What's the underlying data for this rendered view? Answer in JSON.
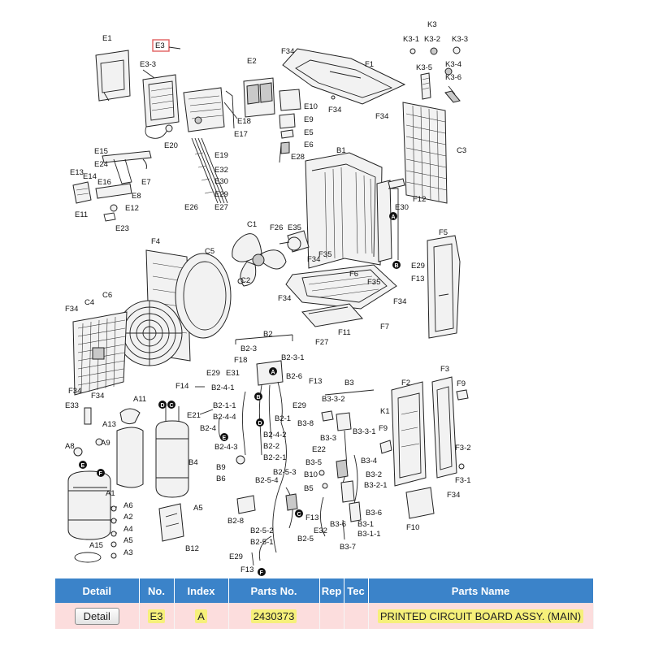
{
  "diagram": {
    "labels": {
      "E1": "E1",
      "E3": "E3",
      "E3-3": "E3-3",
      "E2": "E2",
      "E10": "E10",
      "E9": "E9",
      "E5": "E5",
      "E6": "E6",
      "E28": "E28",
      "E18": "E18",
      "E17": "E17",
      "E20": "E20",
      "E19": "E19",
      "E32": "E32",
      "E30a": "E30",
      "E29a": "E29",
      "E27": "E27",
      "E26": "E26",
      "E15": "E15",
      "E24": "E24",
      "E13": "E13",
      "E14": "E14",
      "E16": "E16",
      "E7": "E7",
      "E8": "E8",
      "E11": "E11",
      "E12": "E12",
      "E23": "E23",
      "F34a": "F34",
      "F1": "F1",
      "F34b": "F34",
      "F34c": "F34",
      "K3": "K3",
      "K3-1": "K3-1",
      "K3-2": "K3-2",
      "K3-3": "K3-3",
      "K3-4": "K3-4",
      "K3-5": "K3-5",
      "K3-6": "K3-6",
      "C3": "C3",
      "B1": "B1",
      "F12": "F12",
      "E30b": "E30",
      "F5": "F5",
      "C1": "C1",
      "F26": "F26",
      "E35": "E35",
      "F34d": "F34",
      "F35": "F35",
      "E29b": "E29",
      "F13a": "F13",
      "F4": "F4",
      "C5": "C5",
      "C2": "C2",
      "F6": "F6",
      "F35b": "F35",
      "F34e": "F34",
      "F34f": "F34",
      "F7": "F7",
      "C6": "C6",
      "C4": "C4",
      "F34g": "F34",
      "F11": "F11",
      "F27": "F27",
      "F34h": "F34",
      "B2": "B2",
      "B2-3": "B2-3",
      "B2-3-1": "B2-3-1",
      "F18": "F18",
      "E31": "E31",
      "B2-6": "B2-6",
      "F14": "F14",
      "E29c": "E29",
      "F13b": "F13",
      "B3": "B3",
      "F2": "F2",
      "F3": "F3",
      "F9a": "F9",
      "B2-4-1": "B2-4-1",
      "E29d": "E29",
      "B3-3-2": "B3-3-2",
      "K1": "K1",
      "F9b": "F9",
      "F34i": "F34",
      "E33": "E33",
      "A11": "A11",
      "E21": "E21",
      "B2-1-1": "B2-1-1",
      "B2-4-4": "B2-4-4",
      "B2-1": "B2-1",
      "B3-8": "B3-8",
      "B3-3-1": "B3-3-1",
      "A13": "A13",
      "B2-4": "B2-4",
      "B2-4-2": "B2-4-2",
      "B3-3": "B3-3",
      "B2-2": "B2-2",
      "E22": "E22",
      "A8": "A8",
      "A9": "A9",
      "B2-4-3": "B2-4-3",
      "B2-2-1": "B2-2-1",
      "B3-5": "B3-5",
      "B3-4": "B3-4",
      "F3-2": "F3-2",
      "B4": "B4",
      "B9": "B9",
      "B2-5-3": "B2-5-3",
      "B10": "B10",
      "B3-2": "B3-2",
      "B6": "B6",
      "B2-5-4": "B2-5-4",
      "B3-2-1": "B3-2-1",
      "F3-1": "F3-1",
      "B5": "B5",
      "F34j": "F34",
      "A1": "A1",
      "A5": "A5",
      "A6": "A6",
      "A2": "A2",
      "A4": "A4",
      "A3": "A3",
      "A15": "A15",
      "B12": "B12",
      "B2-8": "B2-8",
      "F13c": "F13",
      "E32b": "E32",
      "B3-6a": "B3-6",
      "B3-6b": "B3-6",
      "B3-1": "B3-1",
      "B3-1-1": "B3-1-1",
      "B3-7": "B3-7",
      "F10": "F10",
      "B2-5-2": "B2-5-2",
      "B2-5-1": "B2-5-1",
      "B2-5": "B2-5",
      "E29e": "E29",
      "F13d": "F13"
    },
    "badges": {
      "A": "A",
      "B": "B",
      "C": "C",
      "D": "D",
      "E": "E",
      "F": "F"
    }
  },
  "table": {
    "headers": [
      "Detail",
      "No.",
      "Index",
      "Parts No.",
      "Rep",
      "Tec",
      "Parts Name"
    ],
    "rows": [
      {
        "detail_label": "Detail",
        "no": "E3",
        "index": "A",
        "parts_no": "2430373",
        "rep": "",
        "tec": "",
        "parts_name": "PRINTED CIRCUIT BOARD ASSY. (MAIN)"
      }
    ]
  },
  "colors": {
    "header_bg": "#3b83c9",
    "row_bg": "#fcdddd",
    "highlight": "#f6f07a",
    "selected_outline": "#e06060"
  }
}
